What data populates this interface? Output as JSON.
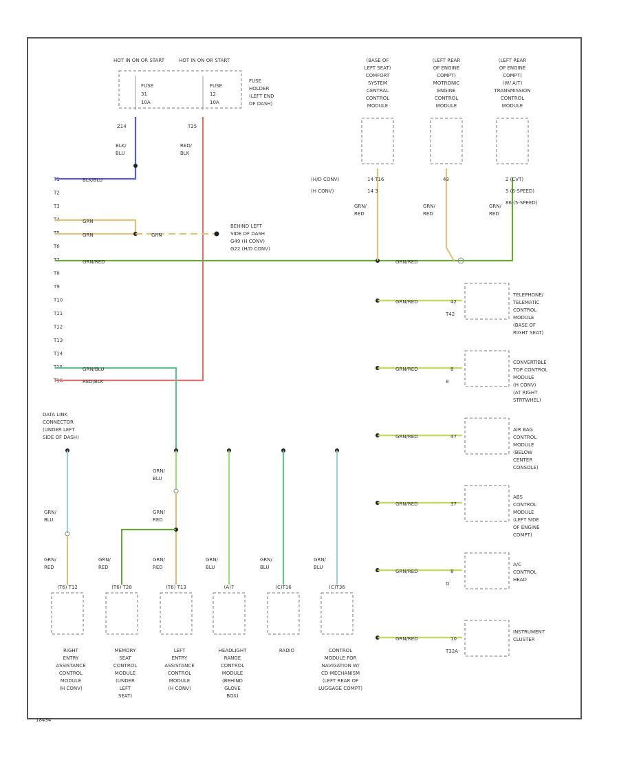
{
  "diagram_id": "18434",
  "fuse_block": {
    "hot_a": "HOT IN ON OR START",
    "hot_b": "HOT IN ON OR START",
    "fuse_a": [
      "FUSE",
      "31",
      "10A"
    ],
    "fuse_b": [
      "FUSE",
      "12",
      "10A"
    ],
    "holder": [
      "FUSE",
      "HOLDER",
      "(LEFT END",
      "OF DASH)"
    ],
    "pin_a": "Z14",
    "pin_b": "T25",
    "wire_a": [
      "BLK/",
      "BLU"
    ],
    "wire_b": [
      "RED/",
      "BLK"
    ]
  },
  "gateway_pins": [
    "T1",
    "T2",
    "T3",
    "T4",
    "T5",
    "T6",
    "T7",
    "T8",
    "T9",
    "T10",
    "T11",
    "T12",
    "T13",
    "T14",
    "T15",
    "T16"
  ],
  "gateway_wires": {
    "t1": "BLK/BLU",
    "t4": "GRN",
    "t5": "GRN",
    "t5_to_ground": "GRN",
    "t7": "GRN/RED",
    "t15": "GRN/BLU",
    "t16": "RED/BLK"
  },
  "ground_label": [
    "BEHIND LEFT",
    "SIDE OF DASH",
    "G49 (H CONV)",
    "G22 (H/D CONV)"
  ],
  "top_modules": [
    {
      "label": [
        "(BASE OF",
        "LEFT SEAT)",
        "COMFORT",
        "SYSTEM",
        "CENTRAL",
        "CONTROL",
        "MODULE"
      ],
      "pins": [
        "14   T16",
        "14   3"
      ],
      "wire": [
        "GRN/",
        "RED"
      ]
    },
    {
      "label": [
        "(LEFT REAR",
        "OF ENGINE",
        "COMPT)",
        "MOTRONIC",
        "ENGINE",
        "CONTROL",
        "MODULE"
      ],
      "pins": [
        "43"
      ],
      "wire": [
        "GRN/",
        "RED"
      ]
    },
    {
      "label": [
        "(LEFT REAR",
        "OF ENGINE",
        "COMPT)",
        "(W/ A/T)",
        "TRANSMISSION",
        "CONTROL",
        "MODULE"
      ],
      "pins": [
        "2   (CVT)",
        "5   (6-SPEED)",
        "86   (5-SPEED)"
      ],
      "wire": [
        "GRN/",
        "RED"
      ]
    }
  ],
  "top_module_conn": [
    "(H/D CONV)",
    "(H CONV)"
  ],
  "right_modules": [
    {
      "wire": "GRN/RED",
      "conn": "T42",
      "pin": "42",
      "label": [
        "TELEPHONE/",
        "TELEMATIC",
        "CONTROL",
        "MODULE",
        "(BASE OF",
        "RIGHT SEAT)"
      ]
    },
    {
      "wire": "GRN/RED",
      "conn": "8",
      "pin": "8",
      "label": [
        "CONVERTIBLE",
        "TOP CONTROL",
        "MODULE",
        "(H CONV)",
        "(AT RIGHT",
        "STRTWHEL)"
      ]
    },
    {
      "wire": "GRN/RED",
      "conn": "",
      "pin": "47",
      "label": [
        "AIR BAG",
        "CONTROL",
        "MODULE",
        "(BELOW",
        "CENTER",
        "CONSOLE)"
      ]
    },
    {
      "wire": "GRN/RED",
      "conn": "",
      "pin": "37",
      "label": [
        "ABS",
        "CONTROL",
        "MODULE",
        "(LEFT SIDE",
        "OF ENGINE",
        "COMPT)"
      ]
    },
    {
      "wire": "GRN/RED",
      "conn": "D",
      "pin": "8",
      "label": [
        "A/C",
        "CONTROL",
        "HEAD"
      ]
    },
    {
      "wire": "GRN/RED",
      "conn": "T32A",
      "pin": "10",
      "label": [
        "INSTRUMENT",
        "CLUSTER"
      ]
    }
  ],
  "dlc_label": [
    "DATA LINK",
    "CONNECTOR",
    "(UNDER LEFT",
    "SIDE OF DASH)"
  ],
  "mid_wire": [
    "GRN/",
    "BLU"
  ],
  "mid_wire2": [
    "GRN/",
    "RED"
  ],
  "dlc_wire": [
    "GRN/",
    "BLU"
  ],
  "bottom_modules": [
    {
      "wire": [
        "GRN/",
        "RED"
      ],
      "pin": "(T6)  T12",
      "label": [
        "RIGHT",
        "ENTRY",
        "ASSISTANCE",
        "CONTROL",
        "MODULE",
        "(H CONV)"
      ]
    },
    {
      "wire": [
        "GRN/",
        "RED"
      ],
      "pin": "(T6)  T28",
      "label": [
        "MEMORY",
        "SEAT",
        "CONTROL",
        "MODULE",
        "(UNDER",
        "LEFT",
        "SEAT)"
      ]
    },
    {
      "wire": [
        "GRN/",
        "RED"
      ],
      "pin": "(T6)  T13",
      "label": [
        "LEFT",
        "ENTRY",
        "ASSISTANCE",
        "CONTROL",
        "MODULE",
        "(H CONV)"
      ]
    },
    {
      "wire": [
        "GRN/",
        "BLU"
      ],
      "pin": "(A)7",
      "label": [
        "HEADLIGHT",
        "RANGE",
        "CONTROL",
        "MODULE",
        "(BEHIND",
        "GLOVE",
        "BOX)"
      ]
    },
    {
      "wire": [
        "GRN/",
        "BLU"
      ],
      "pin": "(C)T16",
      "label": [
        "RADIO"
      ]
    },
    {
      "wire": [
        "GRN/",
        "BLU"
      ],
      "pin": "(C)T36",
      "label": [
        "CONTROL",
        "MODULE FOR",
        "NAVIGATION W/",
        "CD-MECHANISM",
        "(LEFT REAR OF",
        "LUGGAGE COMPT)"
      ]
    }
  ],
  "colors": {
    "blue": "#5a5ad6",
    "tan": "#d9c27a",
    "green": "#8fc84a",
    "green_dark": "#6aa53c",
    "red": "#e07070",
    "lt_green": "#9de07a",
    "lt_blue": "#9fd0e0",
    "teal": "#63c08e",
    "yel_green": "#c9d66a"
  }
}
